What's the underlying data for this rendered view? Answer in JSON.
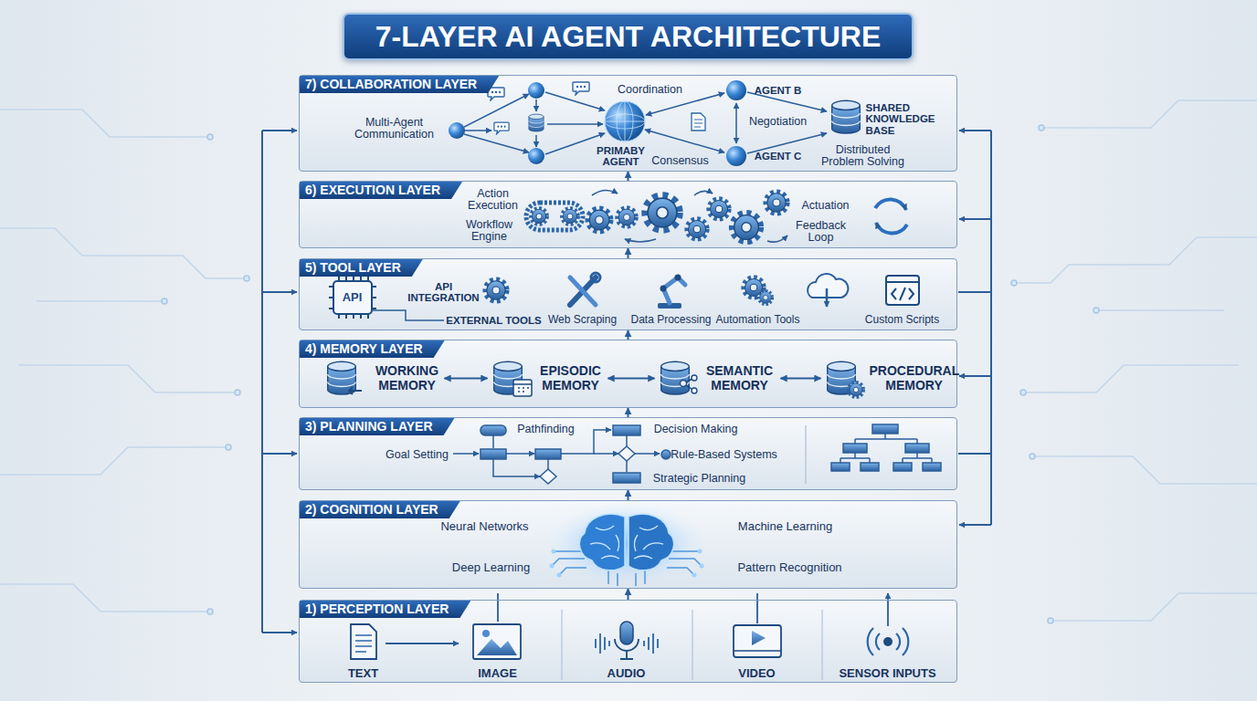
{
  "diagram": {
    "title": "7-LAYER AI AGENT ARCHITECTURE",
    "nodes": [
      {
        "text": [
          "7) COLLABORATION LAYER",
          "Multi-Agent Communication",
          "Coordination",
          "PRIMABY AGENT",
          "Consensus",
          "AGENT B",
          "Negotiation",
          "AGENT C",
          "SHARED KNOWLEDGE BASE",
          "Distributed Problem Solving"
        ]
      },
      {
        "text": [
          "6) EXECUTION LAYER",
          "Action Execution",
          "Workflow Engine",
          "Actuation",
          "Feedback Loop"
        ]
      },
      {
        "text": [
          "5) TOOL LAYER",
          "API",
          "API INTEGRATION",
          "EXTERNAL TOOLS",
          "Web Scraping",
          "Data Processing",
          "Automation Tools",
          "Custom Scripts"
        ]
      },
      {
        "text": [
          "4) MEMORY LAYER"
        ]
      },
      {
        "text": [
          "WORKING MEMORY"
        ],
        "in": 3
      },
      {
        "text": [
          "EPISODIC MEMORY"
        ],
        "in": 3
      },
      {
        "text": [
          "SEMANTIC MEMORY"
        ],
        "in": 3
      },
      {
        "text": [
          "PROCEDURAL MEMORY"
        ],
        "in": 3
      },
      {
        "text": [
          "3) PLANNING LAYER",
          "Goal Setting",
          "Pathfinding",
          "Decision Making",
          "Rule-Based Systems",
          "Strategic Planning"
        ]
      },
      {
        "text": [
          "2) COGNITION LAYER",
          "Neural Networks",
          "Machine Learning",
          "Deep Learning",
          "Pattern Recognition"
        ]
      },
      {
        "text": [
          "1) PERCEPTION LAYER",
          "TEXT",
          "IMAGE",
          "AUDIO",
          "VIDEO",
          "SENSOR INPUTS"
        ]
      }
    ],
    "edges": [
      {
        "from": 10,
        "to": 9,
        "arrow": "to"
      },
      {
        "from": 9,
        "to": 8,
        "arrow": "to"
      },
      {
        "from": 8,
        "to": 3,
        "arrow": "to"
      },
      {
        "from": 3,
        "to": 2,
        "arrow": "to"
      },
      {
        "from": 2,
        "to": 1,
        "arrow": "to"
      },
      {
        "from": 1,
        "to": 0,
        "arrow": "to"
      },
      {
        "from": 4,
        "to": 5,
        "arrow": "both"
      },
      {
        "from": 5,
        "to": 6,
        "arrow": "both"
      },
      {
        "from": 6,
        "to": 7,
        "arrow": "both"
      }
    ]
  }
}
